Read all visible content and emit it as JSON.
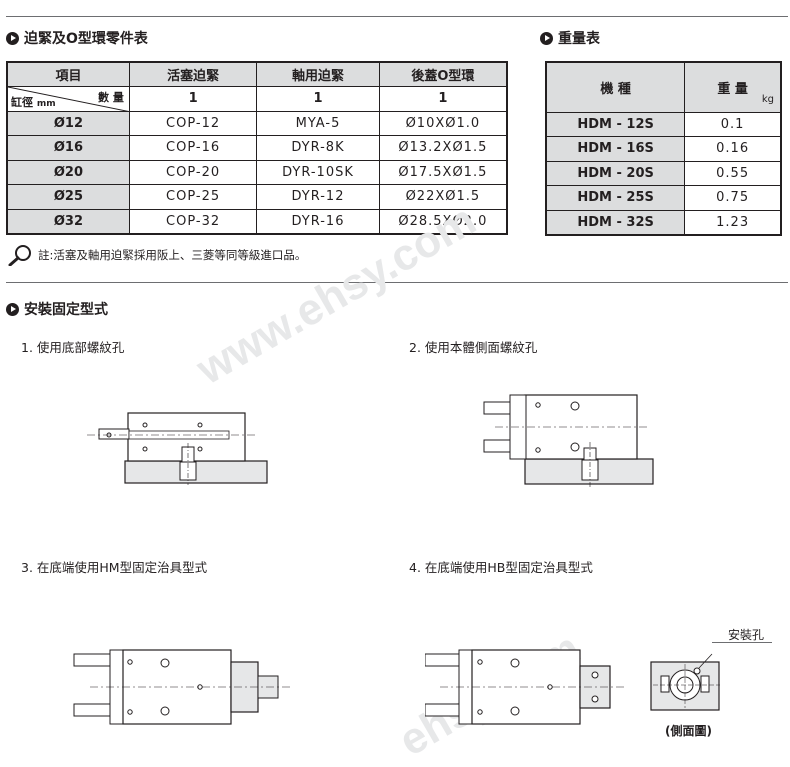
{
  "sections": {
    "parts_title": "迫緊及O型環零件表",
    "weight_title": "重量表",
    "mount_title": "安裝固定型式"
  },
  "parts_table": {
    "headers": [
      "項目",
      "活塞迫緊",
      "軸用迫緊",
      "後蓋O型環"
    ],
    "diag_top": "數 量",
    "diag_bottom": "缸徑",
    "diag_unit": "mm",
    "qty": [
      "1",
      "1",
      "1"
    ],
    "rows": [
      {
        "bore": "Ø12",
        "piston": "COP-12",
        "shaft": "MYA-5",
        "oring": "Ø10XØ1.0"
      },
      {
        "bore": "Ø16",
        "piston": "COP-16",
        "shaft": "DYR-8K",
        "oring": "Ø13.2XØ1.5"
      },
      {
        "bore": "Ø20",
        "piston": "COP-20",
        "shaft": "DYR-10SK",
        "oring": "Ø17.5XØ1.5"
      },
      {
        "bore": "Ø25",
        "piston": "COP-25",
        "shaft": "DYR-12",
        "oring": "Ø22XØ1.5"
      },
      {
        "bore": "Ø32",
        "piston": "COP-32",
        "shaft": "DYR-16",
        "oring": "Ø28.5XØ2.0"
      }
    ]
  },
  "weight_table": {
    "headers": [
      "機 種",
      "重 量"
    ],
    "unit": "kg",
    "rows": [
      {
        "model": "HDM - 12S",
        "weight": "0.1"
      },
      {
        "model": "HDM - 16S",
        "weight": "0.16"
      },
      {
        "model": "HDM - 20S",
        "weight": "0.55"
      },
      {
        "model": "HDM - 25S",
        "weight": "0.75"
      },
      {
        "model": "HDM - 32S",
        "weight": "1.23"
      }
    ]
  },
  "note": "註:活塞及軸用迫緊採用阪上、三菱等同等級進口品。",
  "mount_types": [
    {
      "caption": "1. 使用底部螺紋孔"
    },
    {
      "caption": "2. 使用本體側面螺紋孔"
    },
    {
      "caption": "3. 在底端使用HM型固定治具型式"
    },
    {
      "caption": "4. 在底端使用HB型固定治具型式"
    }
  ],
  "side_view_labels": {
    "mount_hole": "安裝孔",
    "side_view": "(側面圖)"
  },
  "watermarks": [
    "www.ehsy.com",
    "ehsy.com"
  ],
  "colors": {
    "header_fill": "#dcddde",
    "base_fill": "#e6e7e8",
    "line": "#231f20"
  }
}
